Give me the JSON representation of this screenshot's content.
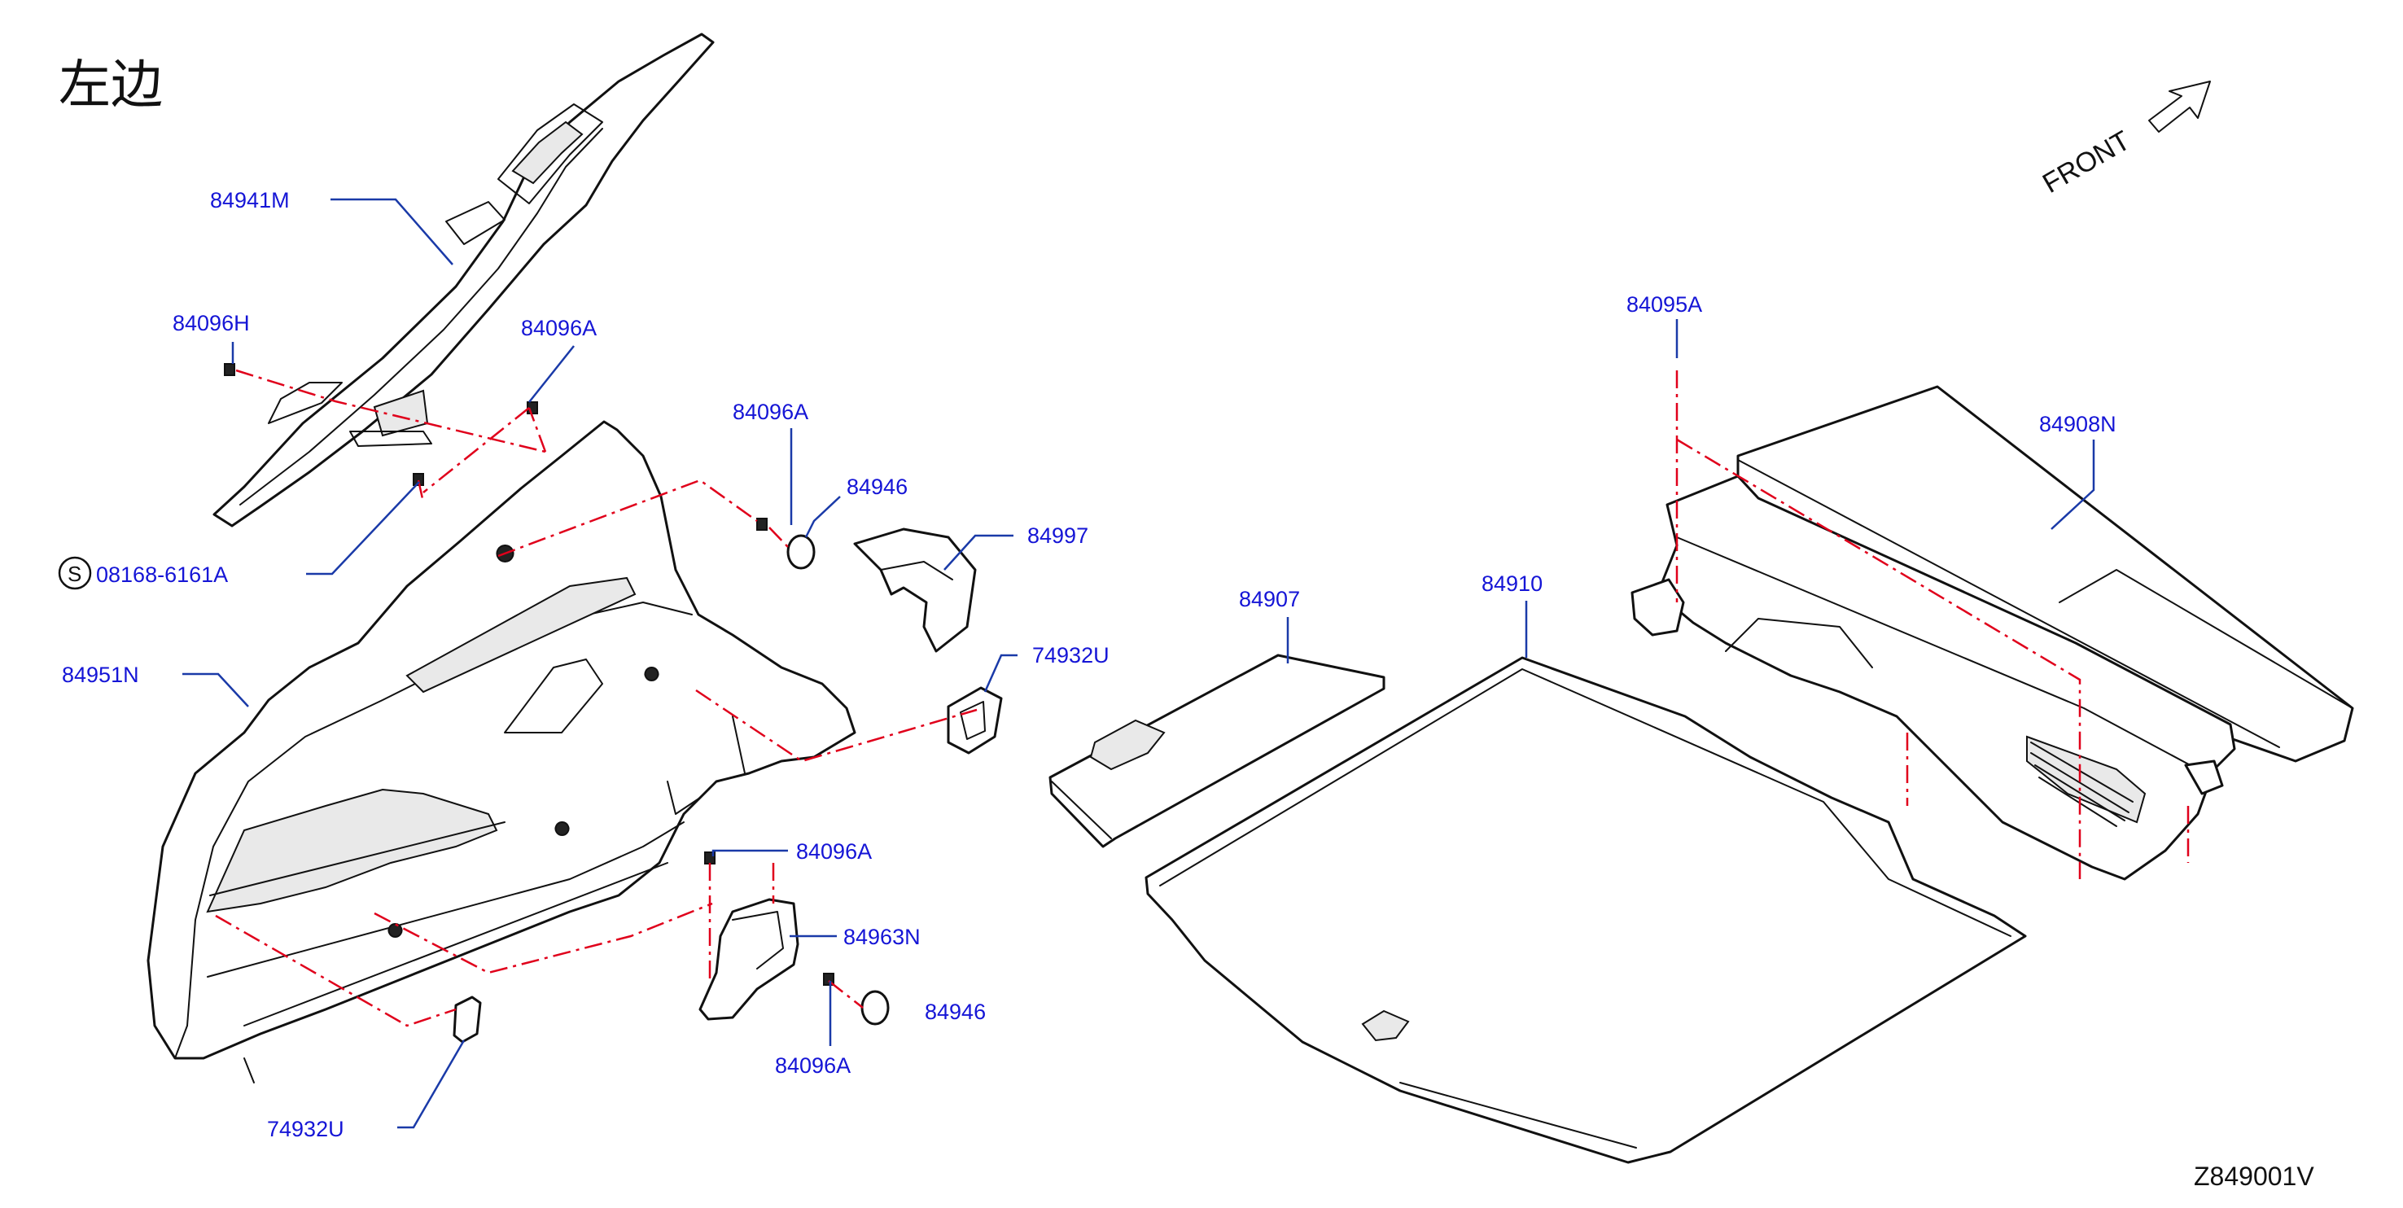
{
  "side_title": "左边",
  "front_label": "FRONT",
  "diagram_code": "Z849001V",
  "s_marker": "S",
  "labels": {
    "p84941M": "84941M",
    "p84096H": "84096H",
    "p84096A_top": "84096A",
    "p08168": "08168-6161A",
    "p84951N": "84951N",
    "p84096A_mid": "84096A",
    "p84946_top": "84946",
    "p84997": "84997",
    "p74932U_right": "74932U",
    "p84096A_bracket": "84096A",
    "p84963N": "84963N",
    "p84946_bottom": "84946",
    "p84096A_bottom": "84096A",
    "p74932U_bottom": "74932U",
    "p84907": "84907",
    "p84910": "84910",
    "p84095A": "84095A",
    "p84908N": "84908N"
  },
  "colors": {
    "label_text": "#1515d6",
    "leader_line": "#1a3aa8",
    "fastener_guide": "#e0001b",
    "part_outline": "#111111"
  }
}
